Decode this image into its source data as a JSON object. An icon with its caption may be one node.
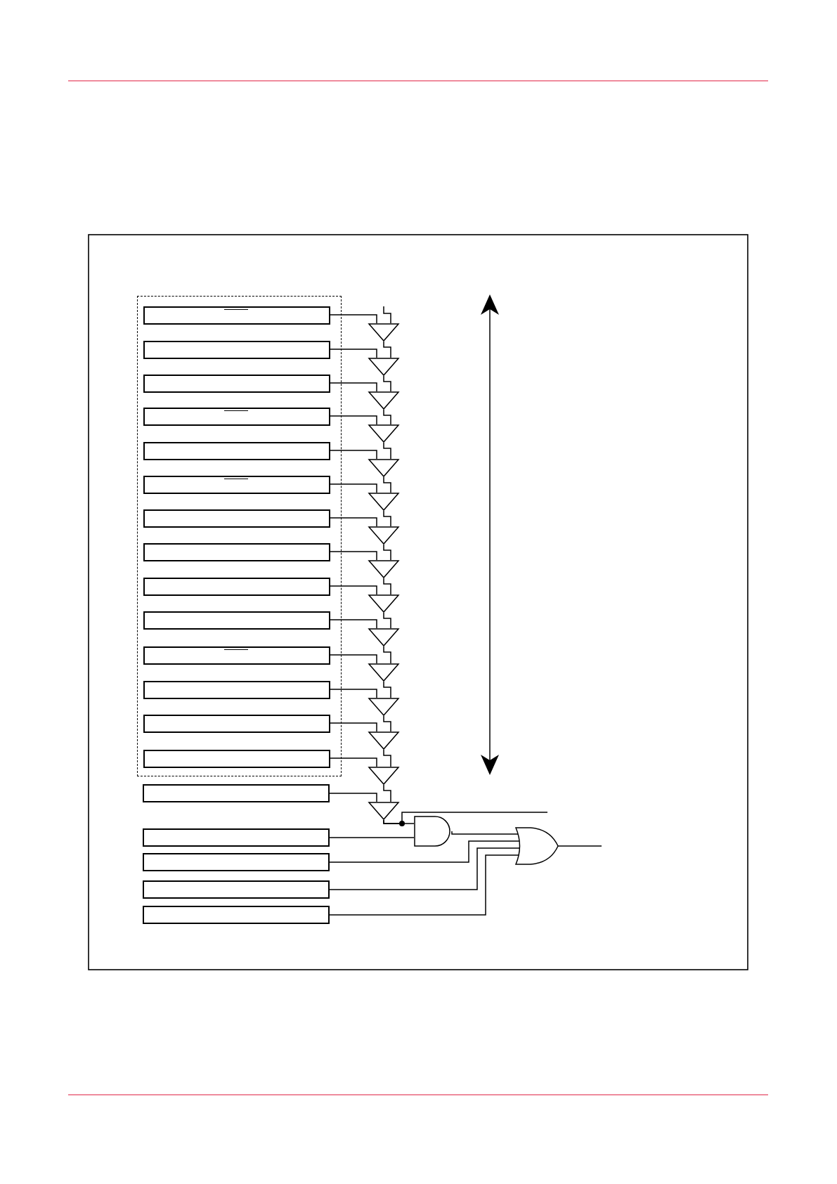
{
  "diagram": {
    "nodes": [
      {
        "text": [],
        "shape": "box"
      },
      {
        "text": [],
        "shape": "box",
        "in": 0
      },
      {
        "text": [],
        "shape": "box",
        "in": 0
      },
      {
        "text": [],
        "shape": "box",
        "in": 0
      },
      {
        "text": [],
        "shape": "box",
        "in": 0
      },
      {
        "text": [],
        "shape": "box",
        "in": 0
      },
      {
        "text": [],
        "shape": "box",
        "in": 0
      },
      {
        "text": [],
        "shape": "box",
        "in": 0
      },
      {
        "text": [],
        "shape": "box",
        "in": 0
      },
      {
        "text": [],
        "shape": "box",
        "in": 0
      },
      {
        "text": [],
        "shape": "box",
        "in": 0
      },
      {
        "text": [],
        "shape": "box",
        "in": 0
      },
      {
        "text": [],
        "shape": "box",
        "in": 0
      },
      {
        "text": [],
        "shape": "box",
        "in": 0
      },
      {
        "text": [],
        "shape": "box",
        "in": 0
      },
      {
        "text": [],
        "shape": "box"
      },
      {
        "text": [],
        "shape": "box"
      },
      {
        "text": [],
        "shape": "box"
      },
      {
        "text": [],
        "shape": "box"
      },
      {
        "text": [],
        "shape": "box"
      },
      {
        "text": [],
        "shape": "triangle"
      },
      {
        "text": [],
        "shape": "triangle"
      },
      {
        "text": [],
        "shape": "triangle"
      },
      {
        "text": [],
        "shape": "triangle"
      },
      {
        "text": [],
        "shape": "triangle"
      },
      {
        "text": [],
        "shape": "triangle"
      },
      {
        "text": [],
        "shape": "triangle"
      },
      {
        "text": [],
        "shape": "triangle"
      },
      {
        "text": [],
        "shape": "triangle"
      },
      {
        "text": [],
        "shape": "triangle"
      },
      {
        "text": [],
        "shape": "triangle"
      },
      {
        "text": [],
        "shape": "triangle"
      },
      {
        "text": [],
        "shape": "triangle"
      },
      {
        "text": [],
        "shape": "triangle"
      },
      {
        "text": [],
        "shape": "triangle"
      },
      {
        "text": [],
        "shape": "gate"
      },
      {
        "text": [],
        "shape": "gate"
      }
    ],
    "edges": [
      {
        "from": null,
        "to": 20,
        "arrow": "none"
      },
      {
        "from": 1,
        "to": 20,
        "arrow": "none"
      },
      {
        "from": 2,
        "to": 21,
        "arrow": "none"
      },
      {
        "from": 3,
        "to": 22,
        "arrow": "none"
      },
      {
        "from": 4,
        "to": 23,
        "arrow": "none"
      },
      {
        "from": 5,
        "to": 24,
        "arrow": "none"
      },
      {
        "from": 6,
        "to": 25,
        "arrow": "none"
      },
      {
        "from": 7,
        "to": 26,
        "arrow": "none"
      },
      {
        "from": 8,
        "to": 27,
        "arrow": "none"
      },
      {
        "from": 9,
        "to": 28,
        "arrow": "none"
      },
      {
        "from": 10,
        "to": 29,
        "arrow": "none"
      },
      {
        "from": 11,
        "to": 30,
        "arrow": "none"
      },
      {
        "from": 12,
        "to": 31,
        "arrow": "none"
      },
      {
        "from": 13,
        "to": 32,
        "arrow": "none"
      },
      {
        "from": 14,
        "to": 33,
        "arrow": "none"
      },
      {
        "from": 15,
        "to": 34,
        "arrow": "none"
      },
      {
        "from": 20,
        "to": 21,
        "arrow": "none"
      },
      {
        "from": 21,
        "to": 22,
        "arrow": "none"
      },
      {
        "from": 22,
        "to": 23,
        "arrow": "none"
      },
      {
        "from": 23,
        "to": 24,
        "arrow": "none"
      },
      {
        "from": 24,
        "to": 25,
        "arrow": "none"
      },
      {
        "from": 25,
        "to": 26,
        "arrow": "none"
      },
      {
        "from": 26,
        "to": 27,
        "arrow": "none"
      },
      {
        "from": 27,
        "to": 28,
        "arrow": "none"
      },
      {
        "from": 28,
        "to": 29,
        "arrow": "none"
      },
      {
        "from": 29,
        "to": 30,
        "arrow": "none"
      },
      {
        "from": 30,
        "to": 31,
        "arrow": "none"
      },
      {
        "from": 31,
        "to": 32,
        "arrow": "none"
      },
      {
        "from": 32,
        "to": 33,
        "arrow": "none"
      },
      {
        "from": 33,
        "to": 34,
        "arrow": "none"
      },
      {
        "from": 34,
        "to": 35,
        "arrow": "none"
      },
      {
        "from": 34,
        "to": null,
        "arrow": "none"
      },
      {
        "from": 16,
        "to": 35,
        "arrow": "none"
      },
      {
        "from": 35,
        "to": 36,
        "arrow": "none"
      },
      {
        "from": 17,
        "to": 36,
        "arrow": "none"
      },
      {
        "from": 18,
        "to": 36,
        "arrow": "none"
      },
      {
        "from": 19,
        "to": 36,
        "arrow": "none"
      },
      {
        "from": 36,
        "to": null,
        "arrow": "none"
      }
    ]
  }
}
